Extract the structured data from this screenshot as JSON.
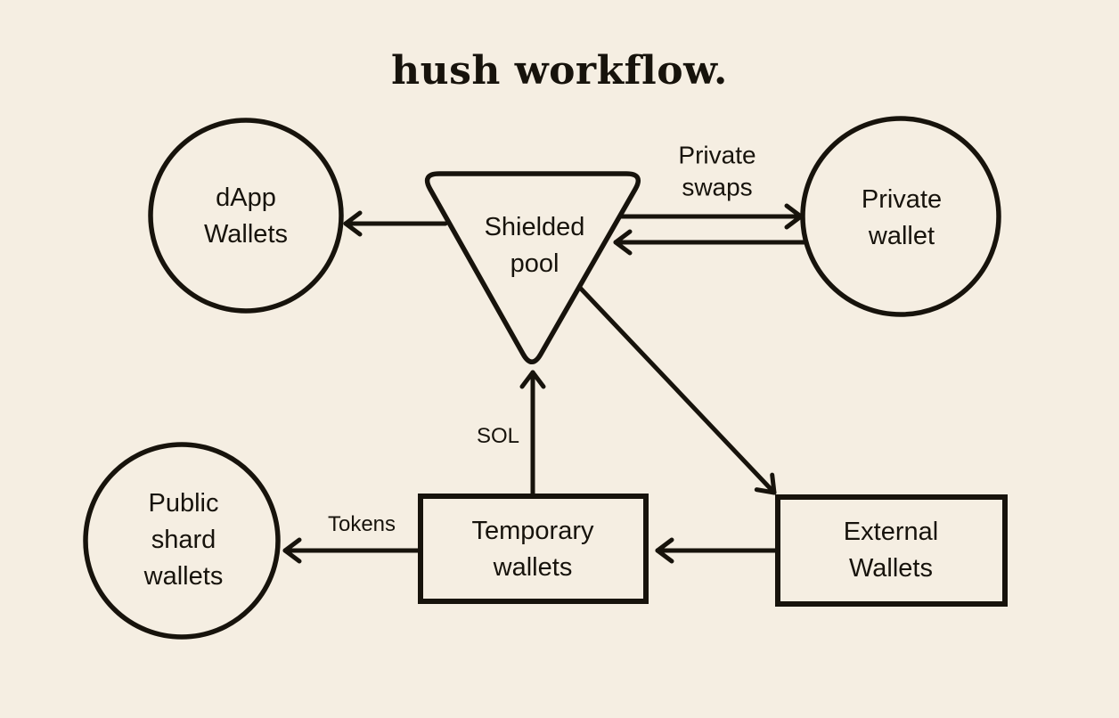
{
  "title": "hush workflow.",
  "colors": {
    "background": "#f5eee2",
    "ink": "#17130c"
  },
  "nodes": {
    "dapp_wallets": {
      "label": "dApp\nWallets",
      "shape": "circle"
    },
    "shielded_pool": {
      "label": "Shielded\npool",
      "shape": "inverted-triangle"
    },
    "private_wallet": {
      "label": "Private\nwallet",
      "shape": "circle"
    },
    "public_shard_wallets": {
      "label": "Public\nshard\nwallets",
      "shape": "circle"
    },
    "temporary_wallets": {
      "label": "Temporary\nwallets",
      "shape": "rectangle"
    },
    "external_wallets": {
      "label": "External\nWallets",
      "shape": "rectangle"
    }
  },
  "edges": [
    {
      "from": "shielded_pool",
      "to": "dapp_wallets",
      "label": ""
    },
    {
      "from": "shielded_pool",
      "to": "private_wallet",
      "label": "Private\nswaps"
    },
    {
      "from": "private_wallet",
      "to": "shielded_pool",
      "label": ""
    },
    {
      "from": "temporary_wallets",
      "to": "shielded_pool",
      "label": "SOL"
    },
    {
      "from": "shielded_pool",
      "to": "external_wallets",
      "label": ""
    },
    {
      "from": "external_wallets",
      "to": "temporary_wallets",
      "label": ""
    },
    {
      "from": "temporary_wallets",
      "to": "public_shard_wallets",
      "label": "Tokens"
    }
  ]
}
